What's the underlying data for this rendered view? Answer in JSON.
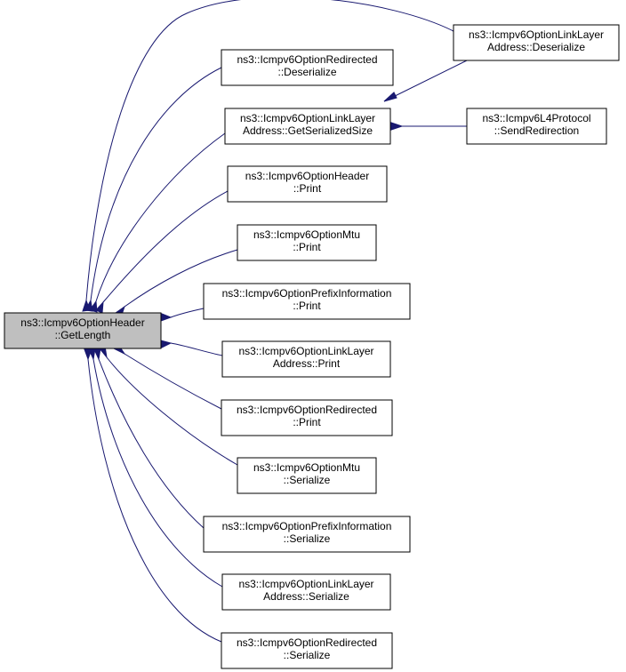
{
  "graph": {
    "nodes": [
      {
        "id": "root",
        "lines": [
          "ns3::Icmpv6OptionHeader",
          "::GetLength"
        ],
        "highlight": true
      },
      {
        "id": "lla_deser",
        "lines": [
          "ns3::Icmpv6OptionLinkLayer",
          "Address::Deserialize"
        ]
      },
      {
        "id": "red_deser",
        "lines": [
          "ns3::Icmpv6OptionRedirected",
          "::Deserialize"
        ]
      },
      {
        "id": "lla_getsize",
        "lines": [
          "ns3::Icmpv6OptionLinkLayer",
          "Address::GetSerializedSize"
        ]
      },
      {
        "id": "l4_sendred",
        "lines": [
          "ns3::Icmpv6L4Protocol",
          "::SendRedirection"
        ]
      },
      {
        "id": "hdr_print",
        "lines": [
          "ns3::Icmpv6OptionHeader",
          "::Print"
        ]
      },
      {
        "id": "mtu_print",
        "lines": [
          "ns3::Icmpv6OptionMtu",
          "::Print"
        ]
      },
      {
        "id": "pi_print",
        "lines": [
          "ns3::Icmpv6OptionPrefixInformation",
          "::Print"
        ]
      },
      {
        "id": "lla_print",
        "lines": [
          "ns3::Icmpv6OptionLinkLayer",
          "Address::Print"
        ]
      },
      {
        "id": "red_print",
        "lines": [
          "ns3::Icmpv6OptionRedirected",
          "::Print"
        ]
      },
      {
        "id": "mtu_ser",
        "lines": [
          "ns3::Icmpv6OptionMtu",
          "::Serialize"
        ]
      },
      {
        "id": "pi_ser",
        "lines": [
          "ns3::Icmpv6OptionPrefixInformation",
          "::Serialize"
        ]
      },
      {
        "id": "lla_ser",
        "lines": [
          "ns3::Icmpv6OptionLinkLayer",
          "Address::Serialize"
        ]
      },
      {
        "id": "red_ser",
        "lines": [
          "ns3::Icmpv6OptionRedirected",
          "::Serialize"
        ]
      }
    ],
    "edges": [
      {
        "from": "lla_deser",
        "to": "root"
      },
      {
        "from": "red_deser",
        "to": "root"
      },
      {
        "from": "lla_getsize",
        "to": "root"
      },
      {
        "from": "hdr_print",
        "to": "root"
      },
      {
        "from": "mtu_print",
        "to": "root"
      },
      {
        "from": "pi_print",
        "to": "root"
      },
      {
        "from": "lla_print",
        "to": "root"
      },
      {
        "from": "red_print",
        "to": "root"
      },
      {
        "from": "mtu_ser",
        "to": "root"
      },
      {
        "from": "pi_ser",
        "to": "root"
      },
      {
        "from": "lla_ser",
        "to": "root"
      },
      {
        "from": "red_ser",
        "to": "root"
      },
      {
        "from": "lla_deser",
        "to": "lla_getsize"
      },
      {
        "from": "l4_sendred",
        "to": "lla_getsize"
      }
    ]
  },
  "colors": {
    "edge": "#191970",
    "highlight_fill": "#bfbfbf",
    "node_border": "#000000",
    "node_fill": "#ffffff"
  }
}
